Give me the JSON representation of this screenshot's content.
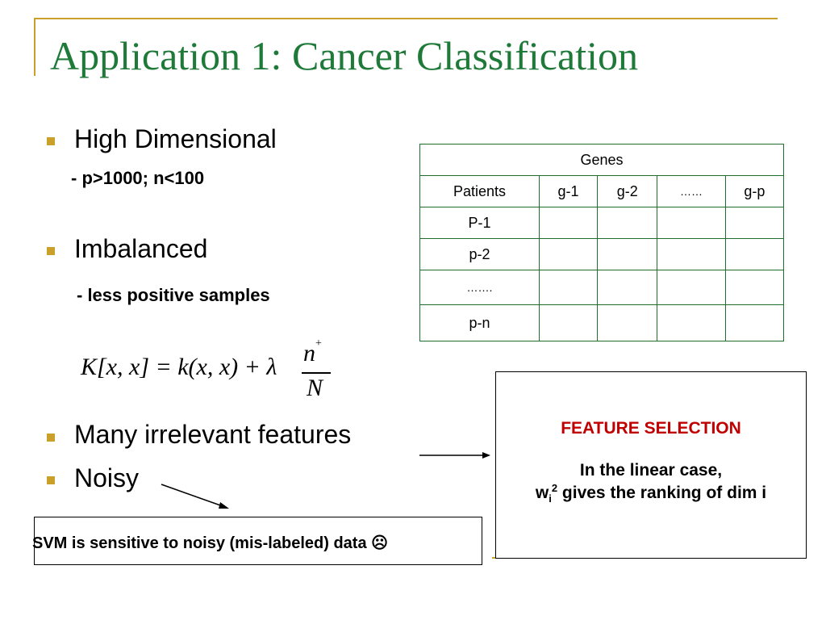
{
  "title": "Application 1: Cancer Classification",
  "bullets": {
    "high_dim": "High Dimensional",
    "high_dim_sub": "- p>1000; n<100",
    "imbalanced": "Imbalanced",
    "imbalanced_sub": "- less positive samples",
    "irrelevant": "Many irrelevant features",
    "noisy": "Noisy"
  },
  "formula": {
    "lhs": "K[x, x] = k(x, x) + λ",
    "numerator": "n",
    "superscript": "+",
    "denominator": "N"
  },
  "table": {
    "header": "Genes",
    "columns": [
      "Patients",
      "g-1",
      "g-2",
      "……",
      "g-p"
    ],
    "rows": [
      "P-1",
      "p-2",
      "…….",
      "p-n"
    ]
  },
  "feature_box": {
    "title": "FEATURE SELECTION",
    "line1": "In the linear case,",
    "line2_w": "w",
    "line2_sub": "i",
    "line2_sup": "2",
    "line2_rest": " gives the ranking of dim i"
  },
  "svm_note": "SVM is sensitive to noisy (mis-labeled) data ☹",
  "colors": {
    "title": "#1f7a3a",
    "accent": "#c8a02a",
    "feature_title": "#c00000",
    "table_border": "#1f6e2c"
  }
}
